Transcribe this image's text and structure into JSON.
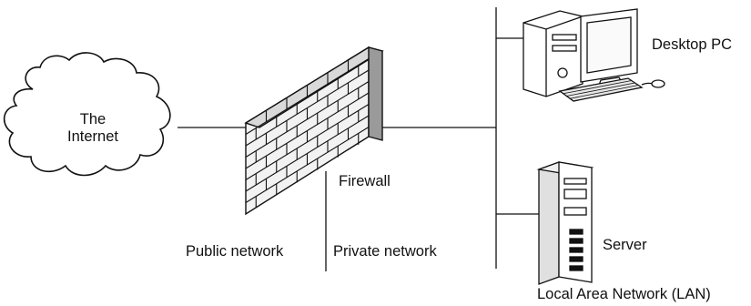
{
  "nodes": {
    "internet": {
      "line1": "The",
      "line2": "Internet"
    },
    "firewall": "Firewall",
    "desktop": "Desktop PC",
    "server": "Server"
  },
  "zones": {
    "public": "Public network",
    "private": "Private network",
    "lan": "Local Area Network (LAN)"
  },
  "colors": {
    "ink": "#111111",
    "fill": "#ffffff",
    "brick": "#f2f2f2"
  },
  "icons": [
    "cloud-icon",
    "brick-wall-icon",
    "desktop-pc-icon",
    "server-tower-icon"
  ]
}
